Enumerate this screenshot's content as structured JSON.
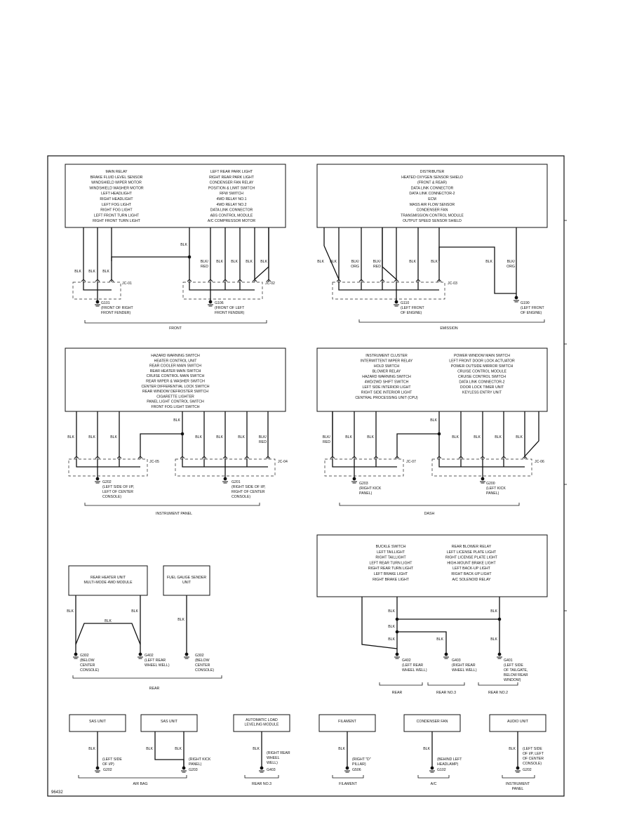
{
  "figure_id": "96432",
  "front": {
    "label": "FRONT",
    "box_left": [
      "MAIN RELAY",
      "BRAKE FLUID LEVEL SENSOR",
      "WINDSHIELD WIPER MOTOR",
      "WINDSHIELD WASHER MOTOR",
      "LEFT HEADLIGHT",
      "RIGHT HEADLIGHT",
      "LEFT FOG LIGHT",
      "RIGHT FOG LIGHT",
      "LEFT FRONT TURN LIGHT",
      "RIGHT FRONT TURN LIGHT"
    ],
    "box_right": [
      "LEFT REAR PARK LIGHT",
      "RIGHT REAR PARK LIGHT",
      "CONDENSER FAN RELAY",
      "POSITION & LIMIT SWITCH",
      "RFW SWITCH",
      "4WD RELAY NO.1",
      "4WD RELAY NO.2",
      "DATA LINK CONNECTOR",
      "ABS CONTROL MODULE",
      "A/C COMPRESSOR MOTOR"
    ],
    "jc_left": "JC-01",
    "jc_right": "JC-02",
    "ground_left": [
      "G101",
      "(FRONT OF RIGHT",
      "FRONT FENDER)"
    ],
    "ground_right": [
      "G106",
      "(FRONT OF LEFT",
      "FRONT FENDER)"
    ]
  },
  "emission": {
    "label": "EMISSION",
    "box": [
      "DISTRIBUTER",
      "HEATED OXYGEN SENSOR SHIELD",
      "(FRONT & REAR)",
      "DATA LINK CONNECTOR",
      "DATA LINK CONNECTOR-2",
      "ECM",
      "MASS AIR FLOW SENSOR",
      "CONDENSER FAN",
      "TRANSMISSION CONTROL MODULE",
      "OUTPUT SPEED SENSOR SHIELD"
    ],
    "jc": "JC-03",
    "ground_left": [
      "G110",
      "(LEFT FRONT",
      "OF ENGINE)"
    ],
    "ground_right": [
      "G190",
      "(LEFT FRONT",
      "OF ENGINE)"
    ]
  },
  "instrument_panel": {
    "label": "INSTRUMENT PANEL",
    "box": [
      "HAZARD WARNING SWITCH",
      "HEATER CONTROL UNIT",
      "REAR COOLER MAIN SWITCH",
      "REAR HEATER MAIN SWITCH",
      "CRUISE CONTROL MAIN SWITCH",
      "REAR WIPER & WASHER SWITCH",
      "CENTER DIFFERENTIAL LOCK SWITCH",
      "REAR WINDOW DEFROSTER SWITCH",
      "CIGARETTE LIGHTER",
      "PANEL LIGHT CONTROL SWITCH",
      "FRONT FOG LIGHT SWITCH"
    ],
    "jc_left": "JC-05",
    "jc_right": "JC-04",
    "ground_left": [
      "G202",
      "(LEFT SIDE OF I/P,",
      "LEFT OF CENTER",
      "CONSOLE)"
    ],
    "ground_right": [
      "G201",
      "(RIGHT SIDE OF I/P,",
      "RIGHT OF CENTER",
      "CONSOLE)"
    ]
  },
  "dash": {
    "label": "DASH",
    "box_left": [
      "INSTRUMENT CLUSTER",
      "INTERMITTENT WIPER RELAY",
      "HOLD SWITCH",
      "BLOWER RELAY",
      "HAZARD WARNING SWITCH",
      "4WD/2WD SHIFT SWITCH",
      "LEFT SIDE INTERIOR LIGHT",
      "RIGHT SIDE INTERIOR LIGHT",
      "CENTRAL PROCESSING UNIT (CPU)"
    ],
    "box_right": [
      "POWER WINDOW MAIN SWITCH",
      "LEFT FRONT DOOR LOCK ACTUATOR",
      "POWER OUTSIDE MIRROR SWITCH",
      "CRUISE CONTROL MODULE",
      "CRUISE CONTROL SWITCH",
      "DATA LINK CONNECTOR-2",
      "DOOR LOCK TIMER UNIT",
      "KEYLESS ENTRY UNIT"
    ],
    "jc_left": "JC-07",
    "jc_right": "JC-06",
    "ground_left": [
      "G203",
      "(RIGHT KICK",
      "PANEL)"
    ],
    "ground_right": [
      "G200",
      "(LEFT KICK",
      "PANEL)"
    ]
  },
  "rear": {
    "label": "REAR",
    "box1": [
      "REAR HEATER UNIT",
      "MULTI-MODE 4WD MODULE"
    ],
    "box2": [
      "FUEL GAUGE SENDER",
      "UNIT"
    ],
    "ground1": [
      "G302",
      "(BELOW",
      "CENTER",
      "CONSOLE)"
    ],
    "ground2": [
      "G402",
      "(LEFT REAR",
      "WHEEL WELL)"
    ],
    "ground3": [
      "G302",
      "(BELOW",
      "CENTER",
      "CONSOLE)"
    ]
  },
  "rear_groups": {
    "box_left": [
      "BUCKLE SWITCH",
      "LEFT TAILLIGHT",
      "RIGHT TAILLIGHT",
      "LEFT REAR TURN LIGHT",
      "RIGHT REAR TURN LIGHT",
      "LEFT BRAKE LIGHT",
      "RIGHT BRAKE LIGHT"
    ],
    "box_right": [
      "REAR BLOWER RELAY",
      "LEFT LICENSE PLATE LIGHT",
      "RIGHT LICENSE PLATE LIGHT",
      "HIGH-MOUNT BRAKE LIGHT",
      "LEFT BACK-UP LIGHT",
      "RIGHT BACK-UP LIGHT",
      "A/C SOLENOID RELAY"
    ],
    "ground1": [
      "G402",
      "(LEFT REAR",
      "WHEEL WELL)"
    ],
    "ground2": [
      "G403",
      "(RIGHT REAR",
      "WHEEL WELL)"
    ],
    "ground3": [
      "G401",
      "(LEFT SIDE",
      "OF TAILGATE,",
      "BELOW REAR",
      "WINDOW)"
    ],
    "label1": "REAR",
    "label2": "REAR NO.3",
    "label3": "REAR NO.2"
  },
  "bottom": {
    "airbag_label": "AIR BAG",
    "sas1": {
      "title": "SAS UNIT",
      "ground": [
        "(LEFT SIDE",
        "OF I/P)"
      ],
      "gid": "G202"
    },
    "sas2": {
      "title": "SAS UNIT",
      "ground": [
        "(RIGHT KICK",
        "PANEL)"
      ],
      "gid": "G203"
    },
    "leveling": {
      "title": [
        "AUTOMATIC LOAD",
        "LEVELING MODULE"
      ],
      "ground": [
        "(RIGHT REAR",
        "WHEEL",
        "WELL)"
      ],
      "gid": "G403",
      "label": "REAR NO.3"
    },
    "filament": {
      "title": "FILAMENT",
      "ground": [
        "(RIGHT \"D\"",
        "PILLAR)"
      ],
      "gid": "G506",
      "label": "FILAMENT"
    },
    "condenser": {
      "title": "CONDENSER FAN",
      "ground": [
        "(BEHIND LEFT",
        "HEADLAMP)"
      ],
      "gid": "G102",
      "label": "A/C"
    },
    "audio": {
      "title": "AUDIO UNIT",
      "ground": [
        "(LEFT SIDE",
        "OF I/P, LEFT",
        "OF CENTER",
        "CONSOLE)"
      ],
      "gid": "G202",
      "label": [
        "INSTRUMENT",
        "PANEL"
      ]
    }
  },
  "wire_labels": {
    "blk": "BLK",
    "blk_red": [
      "BLK/",
      "RED"
    ],
    "blk_org": [
      "BLK/",
      "ORG"
    ]
  }
}
